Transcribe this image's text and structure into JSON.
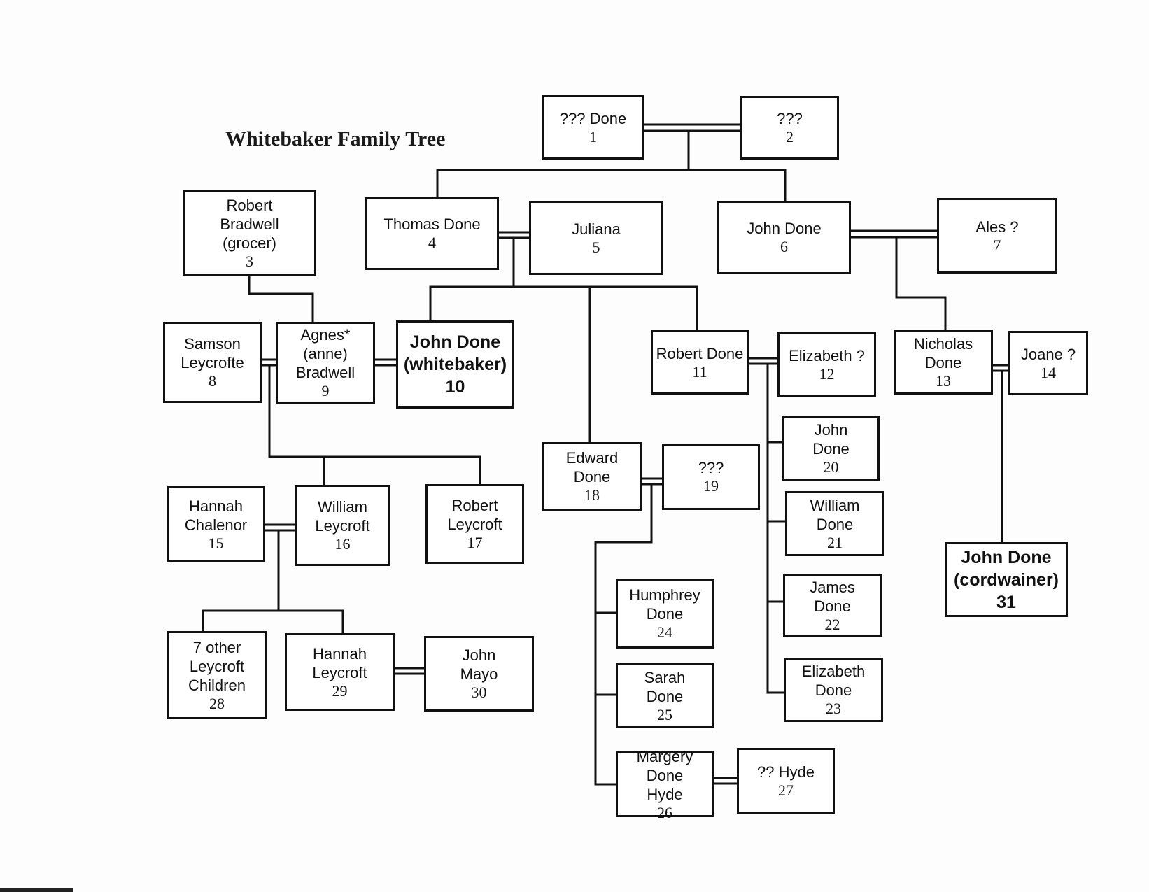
{
  "title": "Whitebaker Family Tree",
  "people": {
    "p1": {
      "name": "??? Done",
      "number": "1"
    },
    "p2": {
      "name": "???",
      "number": "2"
    },
    "p3": {
      "name": "Robert\nBradwell\n(grocer)",
      "number": "3"
    },
    "p4": {
      "name": "Thomas Done",
      "number": "4"
    },
    "p5": {
      "name": "Juliana",
      "number": "5"
    },
    "p6": {
      "name": "John Done",
      "number": "6"
    },
    "p7": {
      "name": "Ales ?",
      "number": "7"
    },
    "p8": {
      "name": "Samson\nLeycrofte",
      "number": "8"
    },
    "p9": {
      "name": "Agnes*\n(anne)\nBradwell",
      "number": "9"
    },
    "p10": {
      "name": "John Done\n(whitebaker)",
      "number": "10"
    },
    "p11": {
      "name": "Robert Done",
      "number": "11"
    },
    "p12": {
      "name": "Elizabeth ?",
      "number": "12"
    },
    "p13": {
      "name": "Nicholas\nDone",
      "number": "13"
    },
    "p14": {
      "name": "Joane  ?",
      "number": "14"
    },
    "p15": {
      "name": "Hannah\nChalenor",
      "number": "15"
    },
    "p16": {
      "name": "William\nLeycroft",
      "number": "16"
    },
    "p17": {
      "name": "Robert\nLeycroft",
      "number": "17"
    },
    "p18": {
      "name": "Edward\nDone",
      "number": "18"
    },
    "p19": {
      "name": "???",
      "number": "19"
    },
    "p20": {
      "name": "John\nDone",
      "number": "20"
    },
    "p21": {
      "name": "William\nDone",
      "number": "21"
    },
    "p22": {
      "name": "James\nDone",
      "number": "22"
    },
    "p23": {
      "name": "Elizabeth\nDone",
      "number": "23"
    },
    "p24": {
      "name": "Humphrey\nDone",
      "number": "24"
    },
    "p25": {
      "name": "Sarah\nDone",
      "number": "25"
    },
    "p26": {
      "name": "Margery\nDone\nHyde",
      "number": "26"
    },
    "p27": {
      "name": "?? Hyde",
      "number": "27"
    },
    "p28": {
      "name": "7 other\nLeycroft\nChildren",
      "number": "28"
    },
    "p29": {
      "name": "Hannah\nLeycroft",
      "number": "29"
    },
    "p30": {
      "name": "John\nMayo",
      "number": "30"
    },
    "p31": {
      "name": "John Done\n(cordwainer)",
      "number": "31"
    }
  },
  "marriages": [
    [
      "p1",
      "p2"
    ],
    [
      "p4",
      "p5"
    ],
    [
      "p6",
      "p7"
    ],
    [
      "p8",
      "p9"
    ],
    [
      "p9",
      "p10"
    ],
    [
      "p11",
      "p12"
    ],
    [
      "p13",
      "p14"
    ],
    [
      "p15",
      "p16"
    ],
    [
      "p18",
      "p19"
    ],
    [
      "p29",
      "p30"
    ],
    [
      "p26",
      "p27"
    ]
  ],
  "parentage": [
    {
      "parents": [
        "p1",
        "p2"
      ],
      "children": [
        "p4",
        "p6"
      ]
    },
    {
      "parents": [
        "p3"
      ],
      "children": [
        "p9"
      ]
    },
    {
      "parents": [
        "p4",
        "p5"
      ],
      "children": [
        "p10",
        "p18",
        "p11"
      ]
    },
    {
      "parents": [
        "p6",
        "p7"
      ],
      "children": [
        "p13"
      ]
    },
    {
      "parents": [
        "p8",
        "p9"
      ],
      "children": [
        "p16",
        "p17"
      ]
    },
    {
      "parents": [
        "p11",
        "p12"
      ],
      "children": [
        "p20",
        "p21",
        "p22",
        "p23"
      ]
    },
    {
      "parents": [
        "p13",
        "p14"
      ],
      "children": [
        "p31"
      ]
    },
    {
      "parents": [
        "p15",
        "p16"
      ],
      "children": [
        "p28",
        "p29"
      ]
    },
    {
      "parents": [
        "p18",
        "p19"
      ],
      "children": [
        "p24",
        "p25",
        "p26"
      ]
    }
  ]
}
